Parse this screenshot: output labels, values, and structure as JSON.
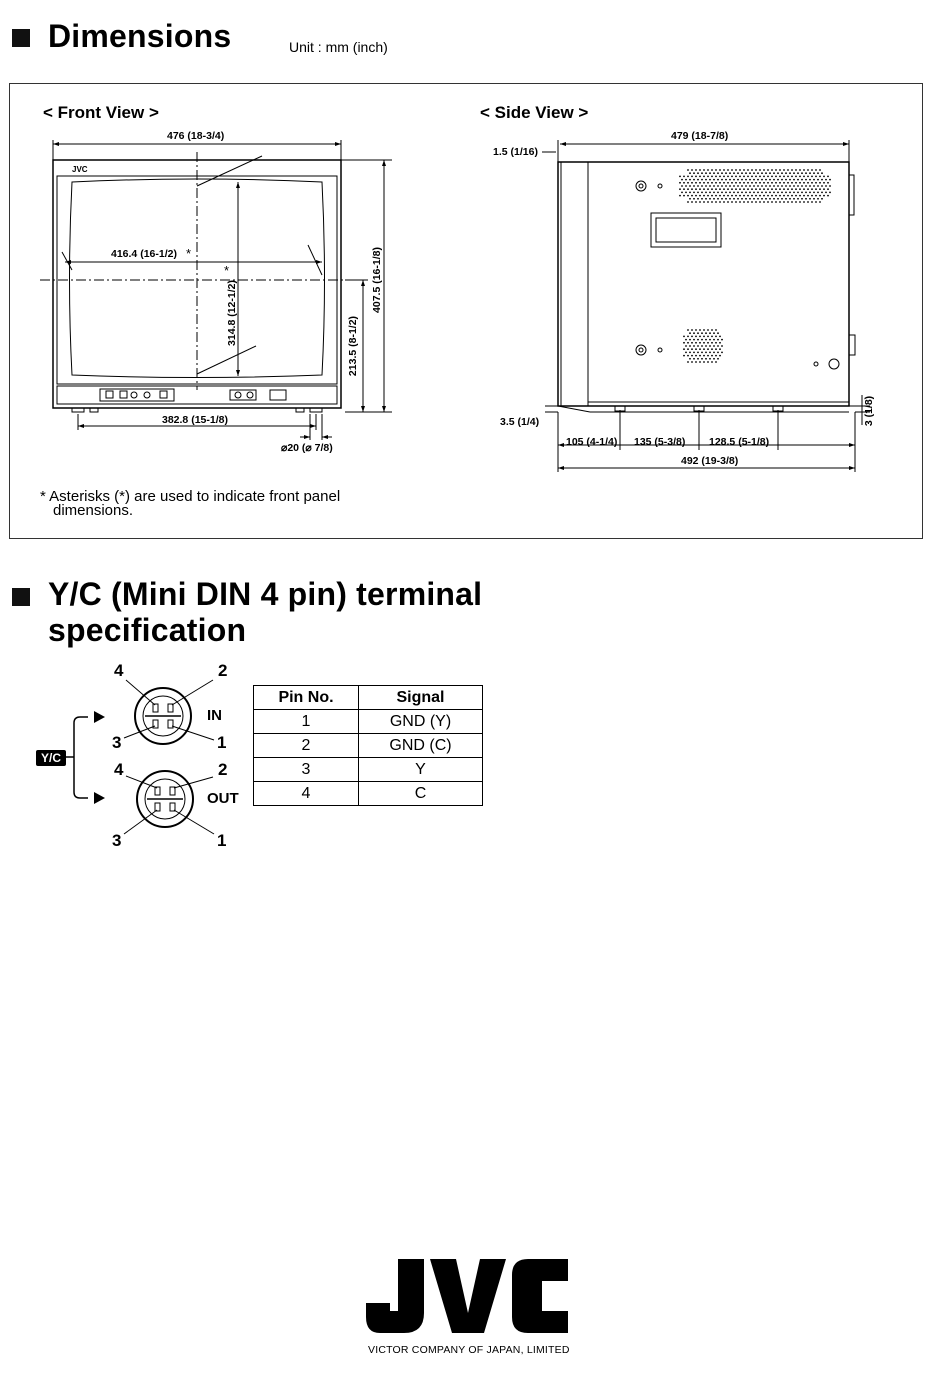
{
  "section1": {
    "title": "Dimensions",
    "unit": "Unit : mm (inch)"
  },
  "front_view": {
    "title": "< Front View >",
    "brand": "JVC",
    "width": "476 (18-3/4)",
    "screen_width": "416.4 (16-1/2)",
    "asterisk": "*",
    "screen_height": "314.8 (12-1/2)",
    "center_height": "213.5 (8-1/2)",
    "height": "407.5 (16-1/8)",
    "foot_span": "382.8 (15-1/8)",
    "foot_dia": "⌀20 (⌀ 7/8)"
  },
  "side_view": {
    "title": "< Side View >",
    "depth_body": "479 (18-7/8)",
    "front_offset": "1.5 (1/16)",
    "bottom_offset": "3.5 (1/4)",
    "foot_a": "105 (4-1/4)",
    "foot_b": "135 (5-3/8)",
    "foot_c": "128.5 (5-1/8)",
    "depth_total": "492 (19-3/8)",
    "rear_offset": "3 (1/8)"
  },
  "note": {
    "line1": "*  Asterisks (*) are used to indicate front panel",
    "line2": "dimensions."
  },
  "section2": {
    "title_line1": "Y/C  (Mini DIN 4 pin) terminal",
    "title_line2": "specification"
  },
  "connector": {
    "badge": "Y/C",
    "in_label": "IN",
    "out_label": "OUT",
    "pin1": "1",
    "pin2": "2",
    "pin3": "3",
    "pin4": "4"
  },
  "pin_table": {
    "headers": [
      "Pin No.",
      "Signal"
    ],
    "rows": [
      [
        "1",
        "GND (Y)"
      ],
      [
        "2",
        "GND (C)"
      ],
      [
        "3",
        "Y"
      ],
      [
        "4",
        "C"
      ]
    ]
  },
  "footer": {
    "logo": "JVC",
    "company": "VICTOR COMPANY OF JAPAN, LIMITED"
  }
}
